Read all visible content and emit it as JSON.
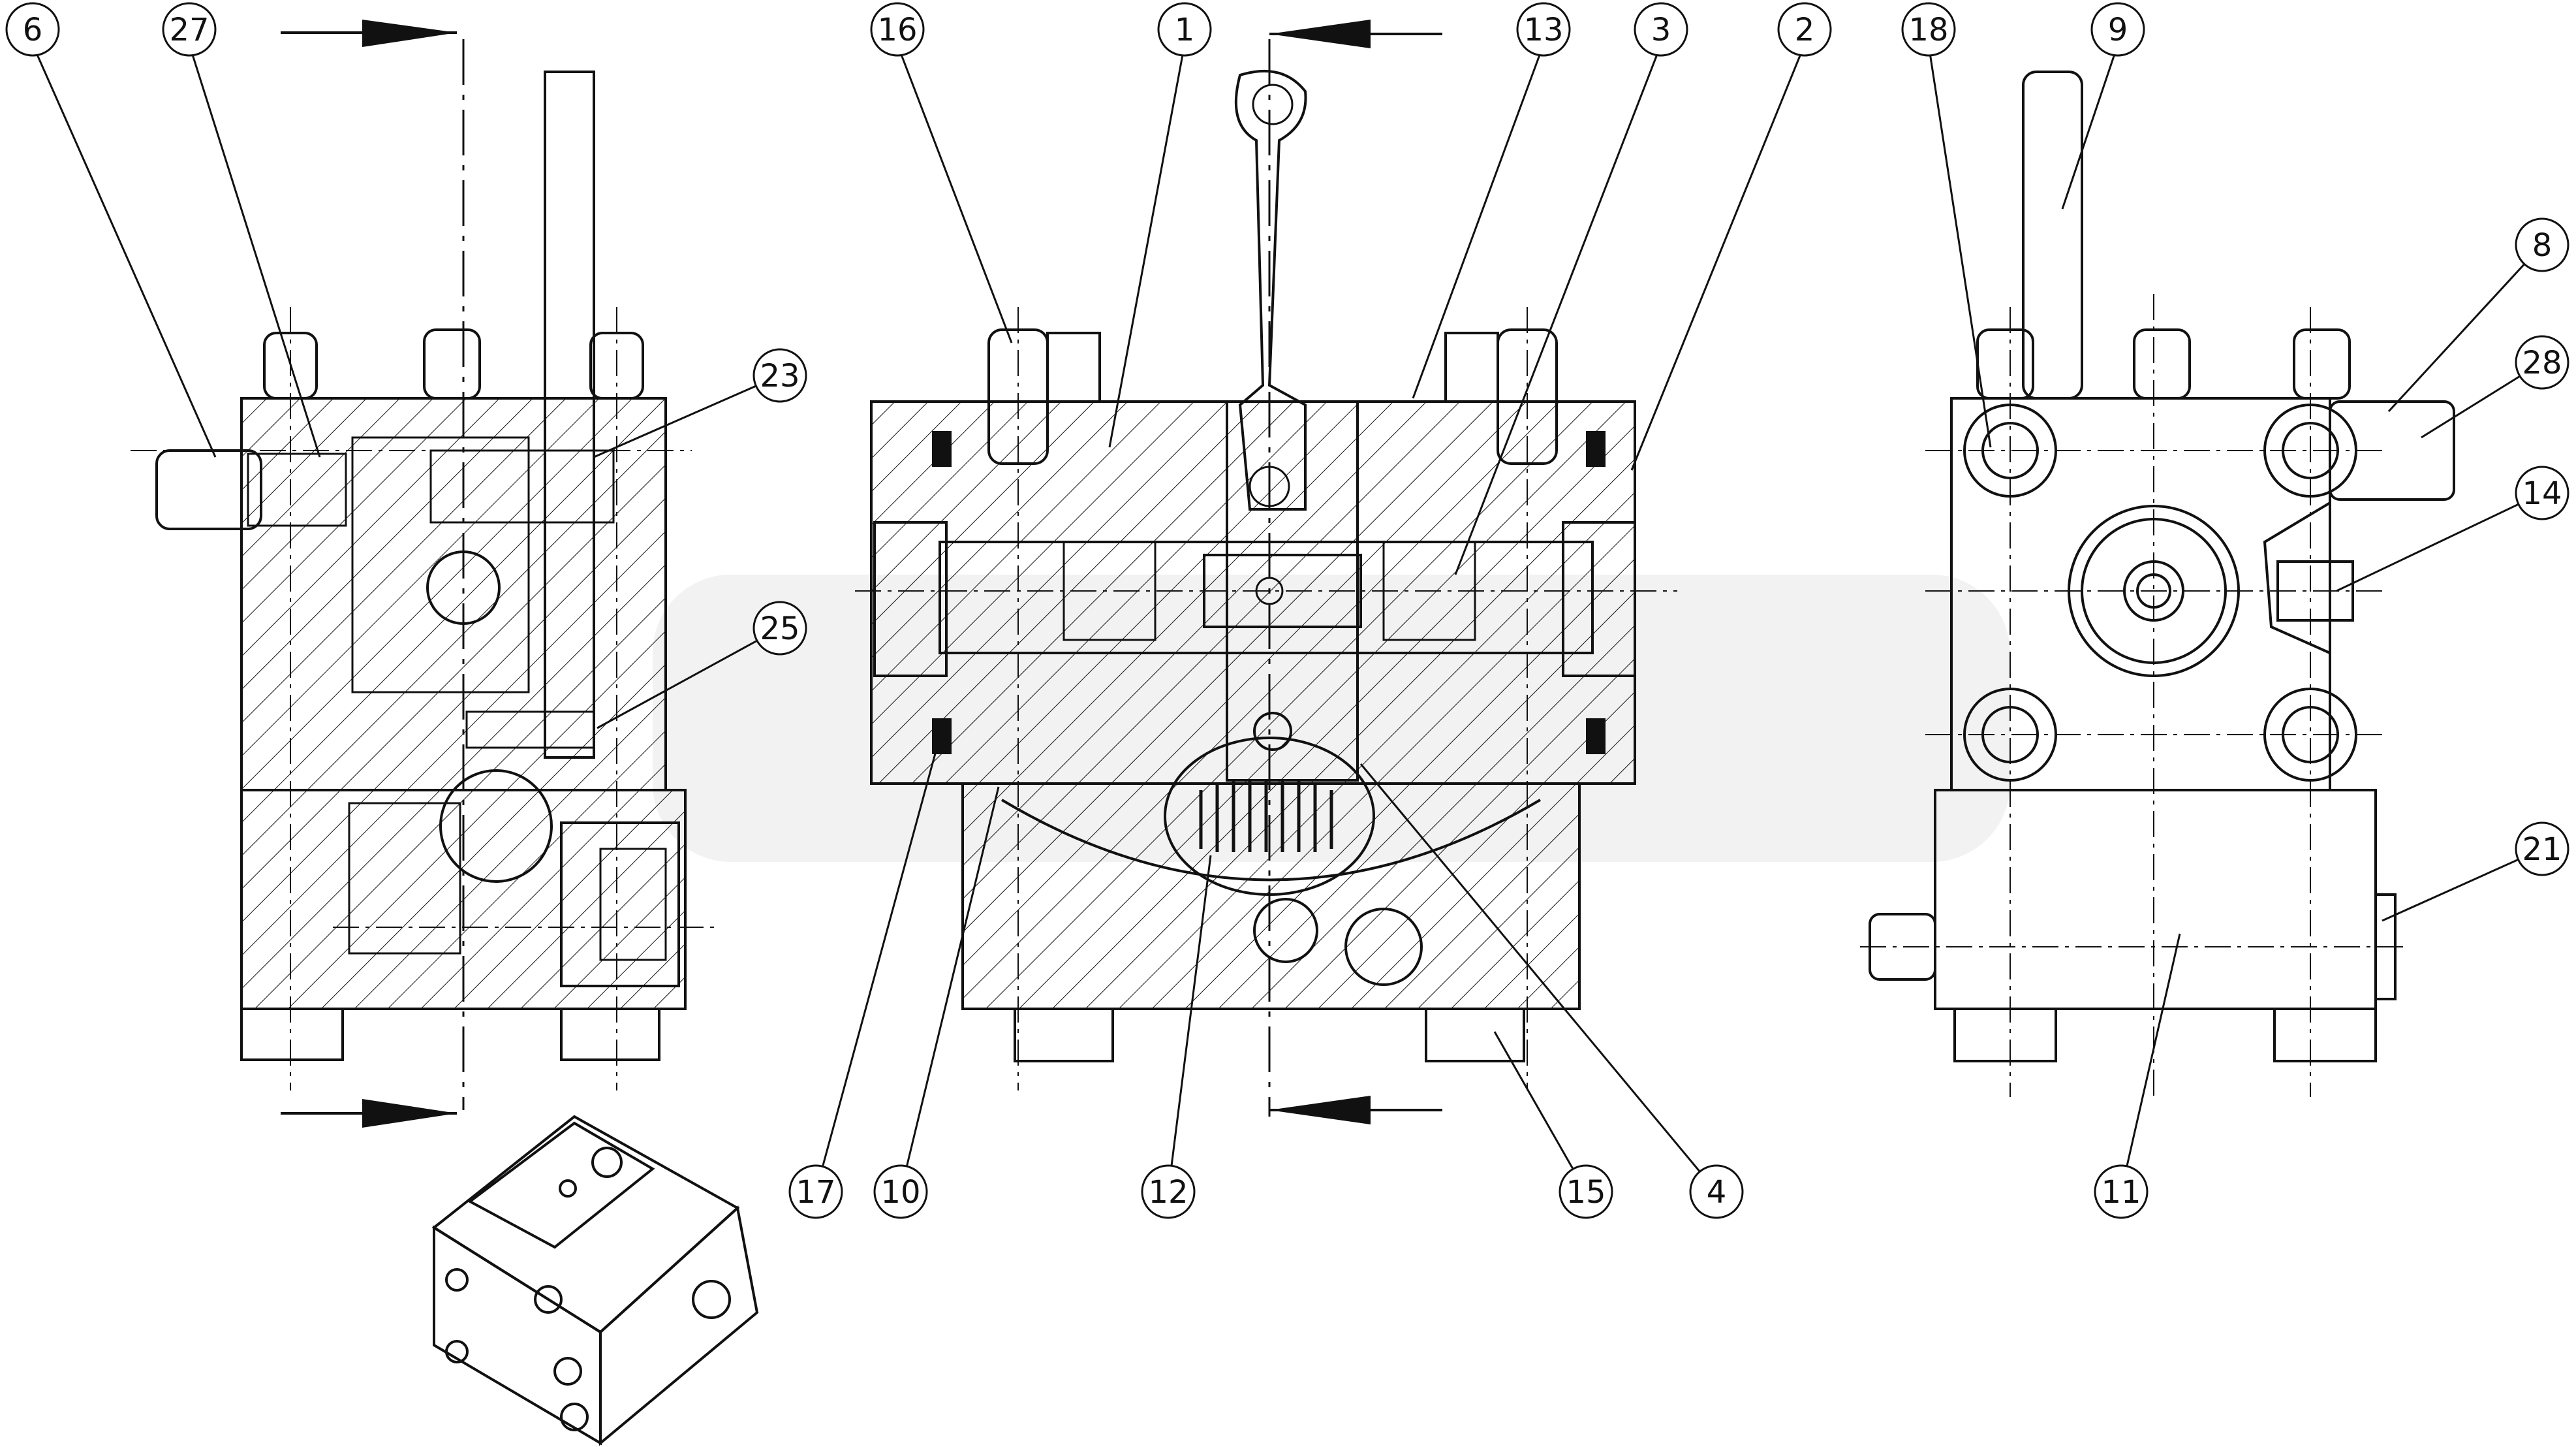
{
  "callouts": {
    "c6": "6",
    "c27": "27",
    "c16": "16",
    "c1": "1",
    "c13": "13",
    "c3": "3",
    "c2": "2",
    "c18": "18",
    "c9": "9",
    "c8": "8",
    "c28": "28",
    "c14": "14",
    "c23": "23",
    "c25": "25",
    "c21": "21",
    "c17": "17",
    "c10": "10",
    "c12": "12",
    "c15": "15",
    "c4": "4",
    "c11": "11"
  },
  "colors": {
    "line": "#111111",
    "background": "#ffffff",
    "watermark": "#f2f2f2"
  }
}
